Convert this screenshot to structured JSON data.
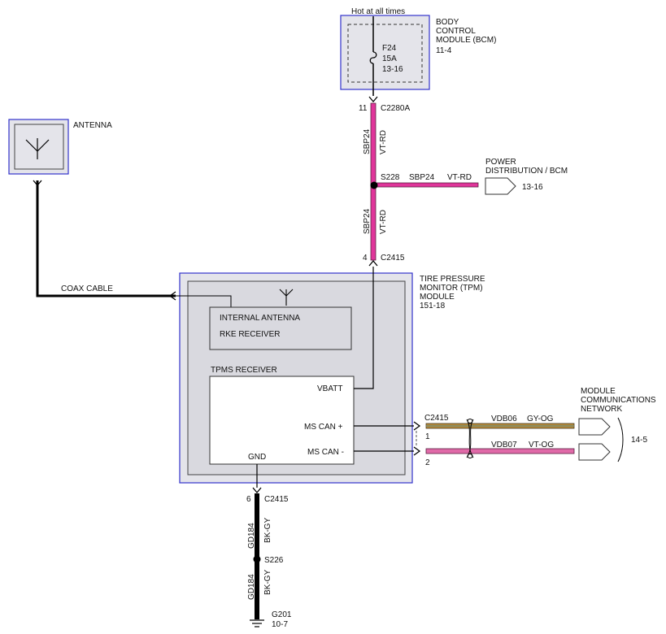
{
  "colors": {
    "module_border": "#3333cc",
    "module_fill": "#e4e4ea",
    "inner_fill": "#d9d9df",
    "wire_pink": "#e0359a",
    "wire_pink_edge": "#5a2040",
    "wire_gy_og_main": "#b58a3a",
    "wire_gy_og_stripe": "#7d8a6a",
    "wire_vt_og": "#e06aa8",
    "wire_black": "#000000"
  },
  "top": {
    "hot_label": "Hot at all times",
    "fuse_id": "F24",
    "fuse_rating": "15A",
    "fuse_ref": "13-16",
    "bcm_line1": "BODY",
    "bcm_line2": "CONTROL",
    "bcm_line3": "MODULE (BCM)",
    "bcm_ref": "11-4",
    "pin_11": "11",
    "conn_c2280a": "C2280A"
  },
  "upper_wire": {
    "circuit1": "SBP24",
    "color1": "VT-RD",
    "splice": "S228",
    "branch_circuit": "SBP24",
    "branch_color": "VT-RD",
    "pd_line1": "POWER",
    "pd_line2": "DISTRIBUTION / BCM",
    "pd_ref": "13-16",
    "circuit2": "SBP24",
    "color2": "VT-RD",
    "pin_4": "4",
    "conn_c2415_top": "C2415"
  },
  "antenna": {
    "label": "ANTENNA",
    "coax_label": "COAX CABLE"
  },
  "tpm": {
    "line1": "TIRE PRESSURE",
    "line2": "MONITOR (TPM)",
    "line3": "MODULE",
    "ref": "151-18",
    "internal_antenna": "INTERNAL ANTENNA",
    "rke_receiver": "RKE RECEIVER",
    "tpms_receiver": "TPMS RECEIVER",
    "vbatt": "VBATT",
    "ms_can_plus": "MS CAN +",
    "ms_can_minus": "MS CAN -",
    "gnd": "GND"
  },
  "can": {
    "conn": "C2415",
    "pin1": "1",
    "pin2": "2",
    "circuit1": "VDB06",
    "color1": "GY-OG",
    "circuit2": "VDB07",
    "color2": "VT-OG",
    "mcn_line1": "MODULE",
    "mcn_line2": "COMMUNICATIONS",
    "mcn_line3": "NETWORK",
    "mcn_ref": "14-5"
  },
  "ground": {
    "pin6": "6",
    "conn": "C2415",
    "circuit1": "GD184",
    "color1": "BK-GY",
    "splice": "S226",
    "circuit2": "GD184",
    "color2": "BK-GY",
    "ground_id": "G201",
    "ground_ref": "10-7"
  }
}
